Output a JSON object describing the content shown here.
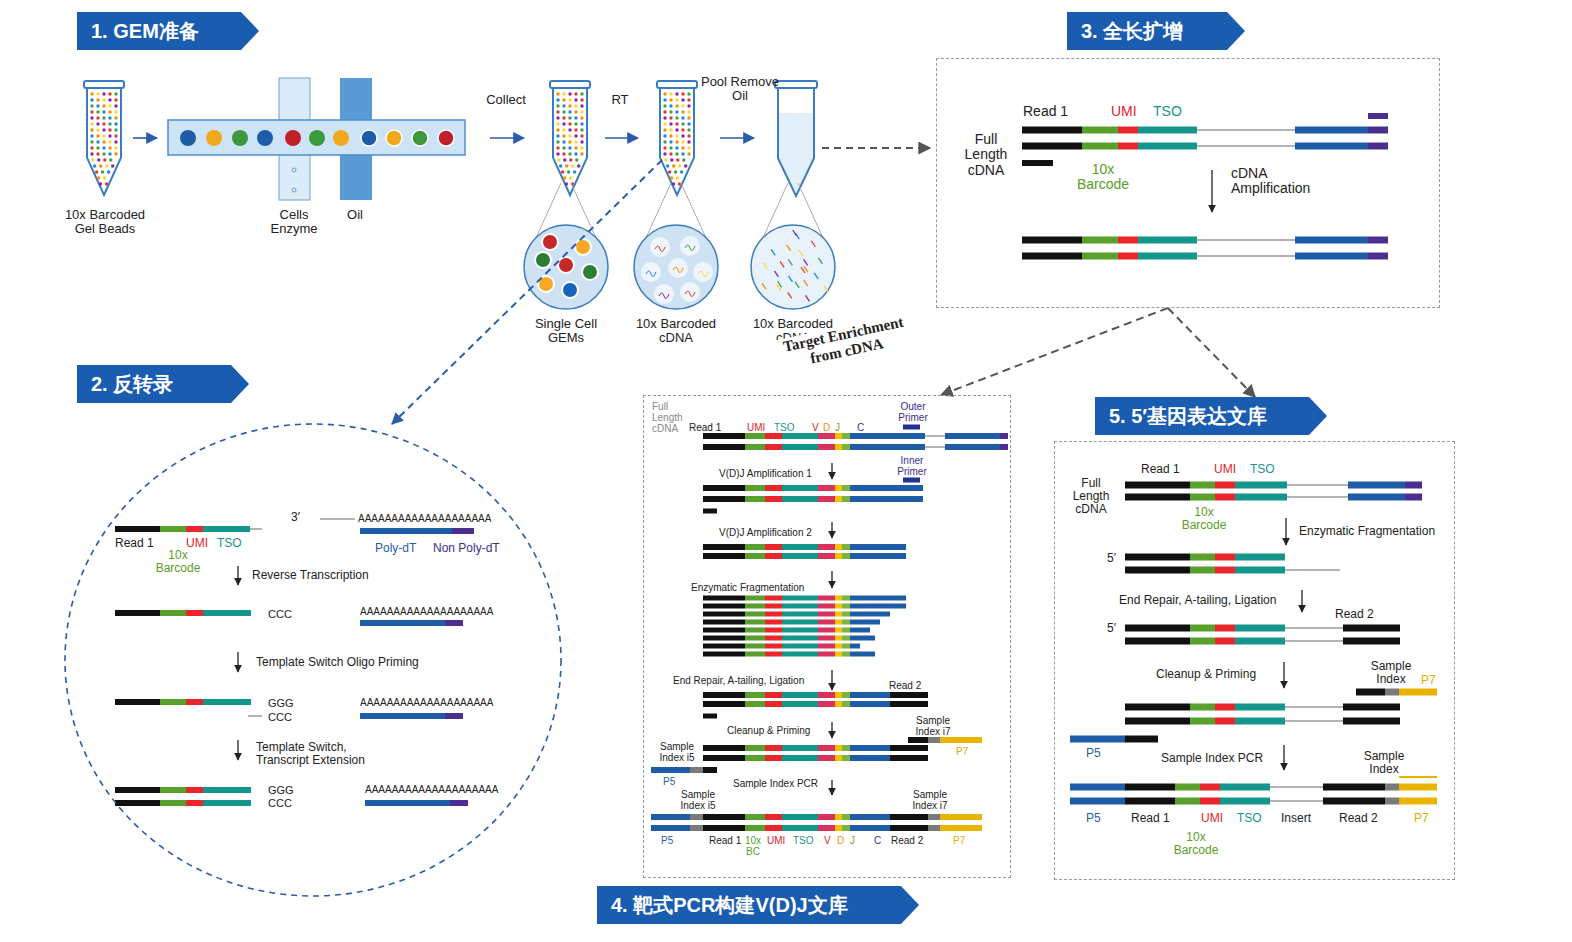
{
  "diagram": {
    "nodes": [
      {
        "text": [
          "1. GEM准备"
        ]
      },
      {
        "text": [
          "3. 全长扩增"
        ]
      },
      {
        "text": [
          "Read 1",
          "UMI",
          "TSO",
          "Full Length cDNA",
          "10x Barcode",
          "cDNA Amplification"
        ]
      },
      {
        "text": [
          "2. 反转录"
        ]
      },
      {
        "text": [
          "3′",
          "AAAAAAAAAAAAAAAAAAAA",
          "Read 1",
          "UMI",
          "TSO",
          "10x Barcode",
          "Poly-dT",
          "Non Poly-dT",
          "Reverse Transcription",
          "CCC",
          "AAAAAAAAAAAAAAAAAAAA",
          "Template Switch Oligo Priming",
          "GGG",
          "AAAAAAAAAAAAAAAAAAAA",
          "CCC",
          "Template Switch, Transcript Extension",
          "GGG",
          "AAAAAAAAAAAAAAAAAAAA",
          "CCC"
        ]
      },
      {
        "text": [
          "5. 5′基因表达文库"
        ]
      },
      {
        "text": [
          "Read 1",
          "UMI",
          "TSO",
          "Full Length cDNA",
          "10x Barcode",
          "Enzymatic Fragmentation",
          "5′",
          "End Repair, A-tailing, Ligation",
          "Read 2",
          "5′",
          "Cleanup & Priming",
          "Sample Index",
          "P7",
          "P5",
          "Sample Index PCR",
          "Sample Index",
          "P5",
          "Read 1",
          "UMI",
          "TSO",
          "Insert",
          "Read 2",
          "P7",
          "10x Barcode"
        ]
      },
      {
        "text": [
          "Full Length cDNA",
          "Read 1",
          "UMI",
          "TSO",
          "V",
          "D",
          "J",
          "C",
          "Outer Primer",
          "V(D)J Amplification 1",
          "Inner Primer",
          "V(D)J Amplification 2",
          "Enzymatic Fragmentation",
          "End Repair, A-tailing, Ligation",
          "Read 2",
          "Cleanup & Priming",
          "Sample Index i7",
          "P7",
          "Sample Index i5",
          "P5",
          "Sample Index PCR",
          "Sample Index i5",
          "Sample Index i7",
          "P5",
          "Read 1",
          "10x BC",
          "UMI",
          "TSO",
          "V",
          "D",
          "J",
          "C",
          "Read 2",
          "P7"
        ]
      },
      {
        "text": [
          "4. 靶式PCR构建V(D)J文库"
        ]
      }
    ],
    "edges": [
      {
        "from": 2,
        "to": 7,
        "label": "Target Enrichment from cDNA",
        "arrow": "to"
      },
      {
        "from": 2,
        "to": 5,
        "arrow": "to"
      }
    ],
    "labels": [
      "10x Barcoded Gel Beads",
      "Cells Enzyme",
      "Oil",
      "Collect",
      "RT",
      "Pool Remove Oil",
      "Single Cell GEMs",
      "10x Barcoded cDNA",
      "10x Barcoded cDNA"
    ]
  }
}
